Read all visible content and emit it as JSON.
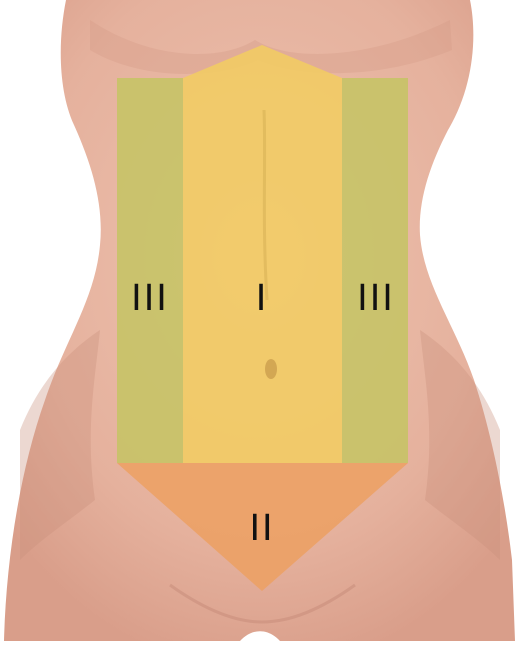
{
  "diagram": {
    "zones": [
      {
        "id": "I",
        "label": "I",
        "color": "#F2CC60"
      },
      {
        "id": "II",
        "label": "II",
        "color": "#ECA061"
      },
      {
        "id": "III-left",
        "label": "III",
        "color": "#C3C560"
      },
      {
        "id": "III-right",
        "label": "III",
        "color": "#C3C560"
      }
    ],
    "colors": {
      "background": "#ffffff",
      "skin": "#E8B6A2",
      "skin_shadow": "#D89E8B",
      "label_text": "#111111"
    }
  }
}
